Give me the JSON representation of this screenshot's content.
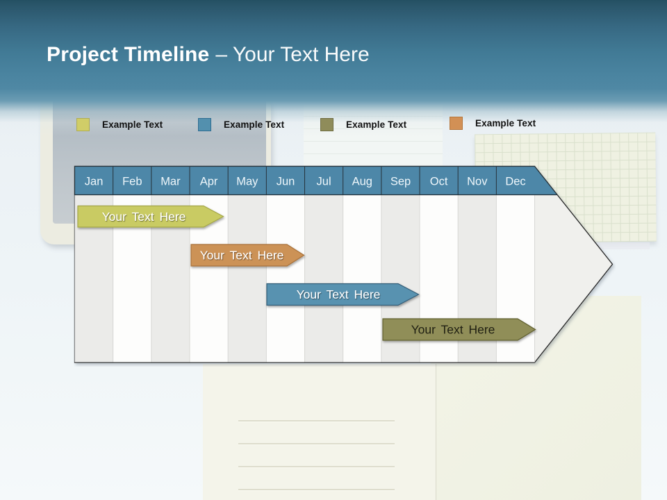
{
  "slide": {
    "title": {
      "main": "Project Timeline",
      "suffix": "– Your Text Here"
    }
  },
  "legend": {
    "items": [
      {
        "label": "Example Text",
        "color": "#d0cd68"
      },
      {
        "label": "Example Text",
        "color": "#5390ae"
      },
      {
        "label": "Example Text",
        "color": "#8f8c5a"
      },
      {
        "label": "Example Text",
        "color": "#d29055"
      }
    ]
  },
  "timeline": {
    "months": [
      "Jan",
      "Feb",
      "Mar",
      "Apr",
      "May",
      "Jun",
      "Jul",
      "Aug",
      "Sep",
      "Oct",
      "Nov",
      "Dec"
    ],
    "header_color": "#4d87a8",
    "bars": [
      {
        "label": "Your Text Here",
        "color": "#c9cb64",
        "start": "Jan",
        "end": "Apr"
      },
      {
        "label": "Your Text Here",
        "color": "#cc9257",
        "start": "Apr",
        "end": "Jun"
      },
      {
        "label": "Your Text Here",
        "color": "#5892b0",
        "start": "Jun",
        "end": "Sep"
      },
      {
        "label": "Your Text Here",
        "color": "#908e59",
        "start": "Sep",
        "end": "Dec"
      }
    ]
  }
}
